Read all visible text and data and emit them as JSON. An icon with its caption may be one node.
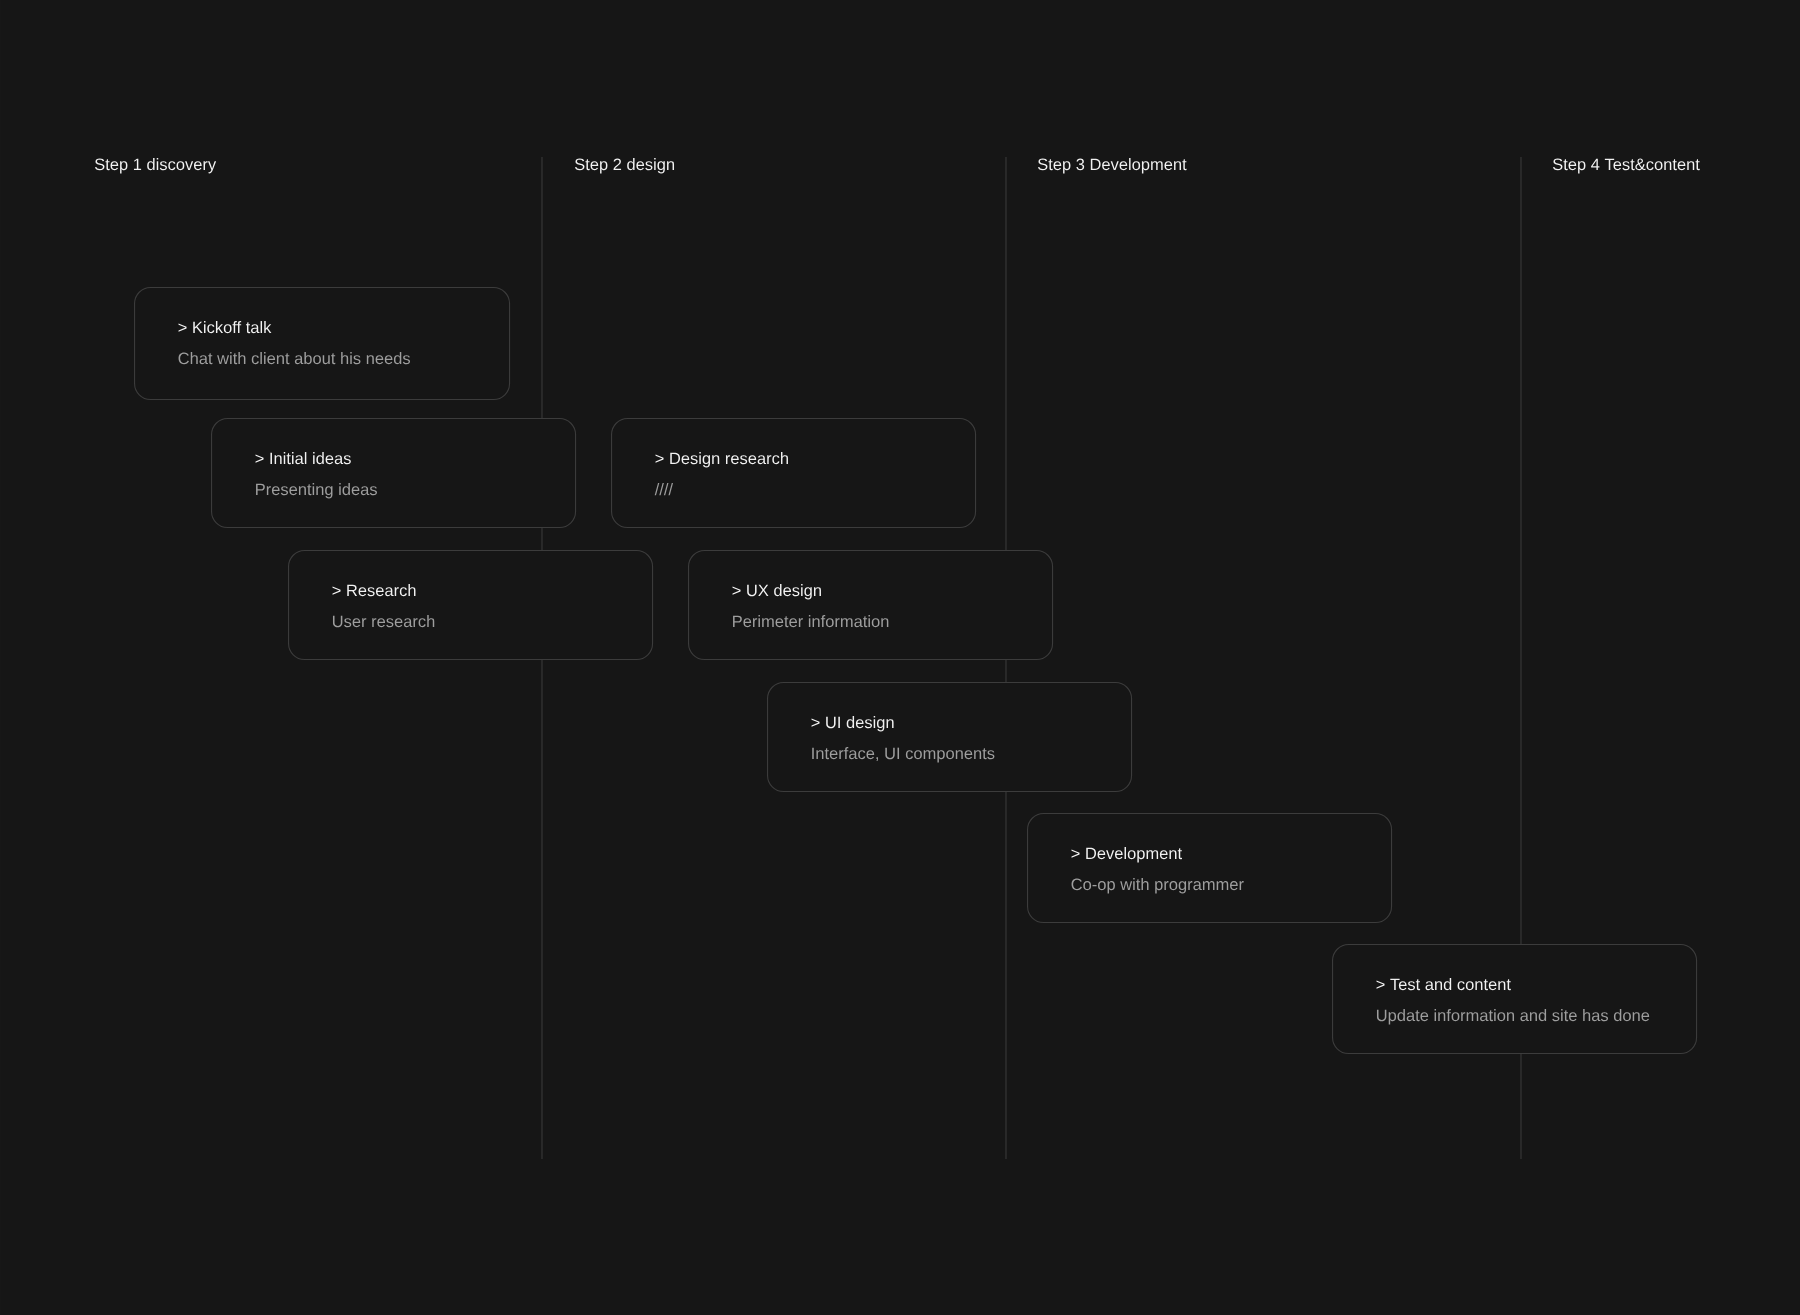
{
  "diagram": {
    "nodes": [
      {
        "text": [
          "> Kickoff talk",
          "Chat with client about his needs"
        ]
      },
      {
        "text": [
          "> Initial ideas",
          "Presenting ideas"
        ]
      },
      {
        "text": [
          "> Design research",
          "////"
        ]
      },
      {
        "text": [
          "> Research",
          "User research"
        ]
      },
      {
        "text": [
          "> UX design",
          "Perimeter information"
        ]
      },
      {
        "text": [
          "> UI design",
          "Interface, UI components"
        ]
      },
      {
        "text": [
          "> Development",
          "Co-op with programmer"
        ]
      },
      {
        "text": [
          "> Test and content",
          "Update information and site has done"
        ]
      }
    ],
    "labels": [
      "Step 1 discovery",
      "Step 2 design",
      "Step 3 Development",
      "Step 4 Test&content"
    ]
  }
}
